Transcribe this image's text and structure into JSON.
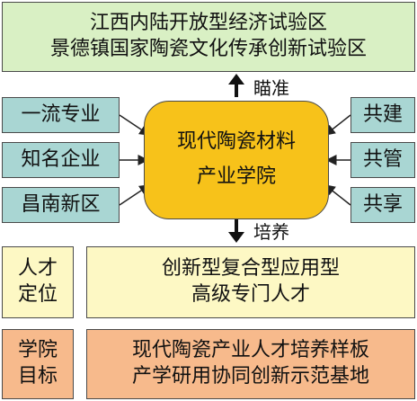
{
  "top": {
    "line1": "江西内陆开放型经济试验区",
    "line2": "景德镇国家陶瓷文化传承创新试验区"
  },
  "aim_label": "瞄准",
  "cultivate_label": "培养",
  "center": {
    "line1": "现代陶瓷材料",
    "line2": "产业学院"
  },
  "left_boxes": [
    "一流专业",
    "知名企业",
    "昌南新区"
  ],
  "right_boxes": [
    "共建",
    "共管",
    "共享"
  ],
  "talent": {
    "title_line1": "人才",
    "title_line2": "定位",
    "content_line1": "创新型复合型应用型",
    "content_line2": "高级专门人才"
  },
  "goal": {
    "title_line1": "学院",
    "title_line2": "目标",
    "content_line1": "现代陶瓷产业人才培养样板",
    "content_line2": "产学研用协同创新示范基地"
  },
  "colors": {
    "top_box": "#d9f0c4",
    "side_boxes": "#a9d6d3",
    "center_box": "#f7c21a",
    "talent_box": "#fdf8c4",
    "goal_box": "#f7ba8c"
  }
}
